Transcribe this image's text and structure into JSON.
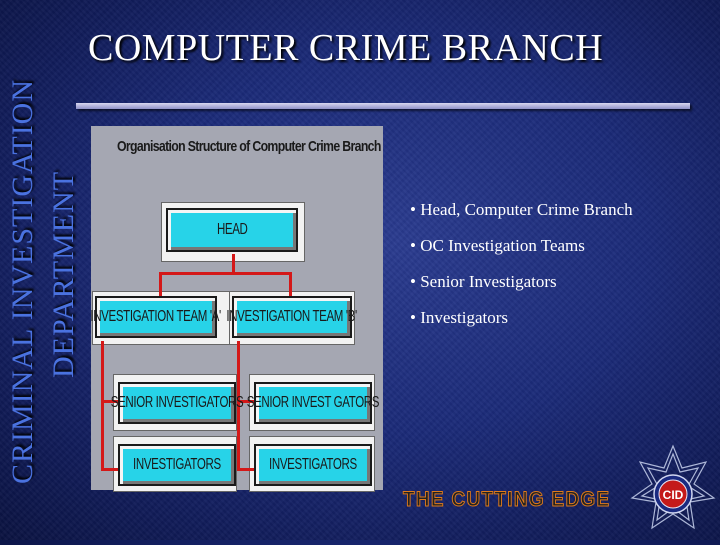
{
  "sidebar": {
    "line1": "CRIMINAL INVESTIGATION",
    "line2": "DEPARTMENT"
  },
  "title": "COMPUTER CRIME BRANCH",
  "org_chart": {
    "title": "Organisation Structure of Computer Crime Branch",
    "head": "HEAD",
    "team_a": "INVESTIGATION TEAM 'A'",
    "team_b": "INVESTIGATION TEAM 'B'",
    "senior_a": "SENIOR INVESTIGATORS",
    "senior_b": "SENIOR INVEST GATORS",
    "inv_a": "INVESTIGATORS",
    "inv_b": "INVESTIGATORS"
  },
  "bullets": [
    "Head, Computer Crime Branch",
    "OC Investigation Teams",
    "Senior Investigators",
    "Investigators"
  ],
  "tagline": "THE CUTTING EDGE",
  "badge": {
    "icon": "cid-badge-icon",
    "text": "CID"
  },
  "colors": {
    "background": "#1b2a78",
    "side_title": "#4a72e0",
    "box_fill": "#27d3e8",
    "connector": "#d41818",
    "tagline_outline": "#e07a1a"
  }
}
